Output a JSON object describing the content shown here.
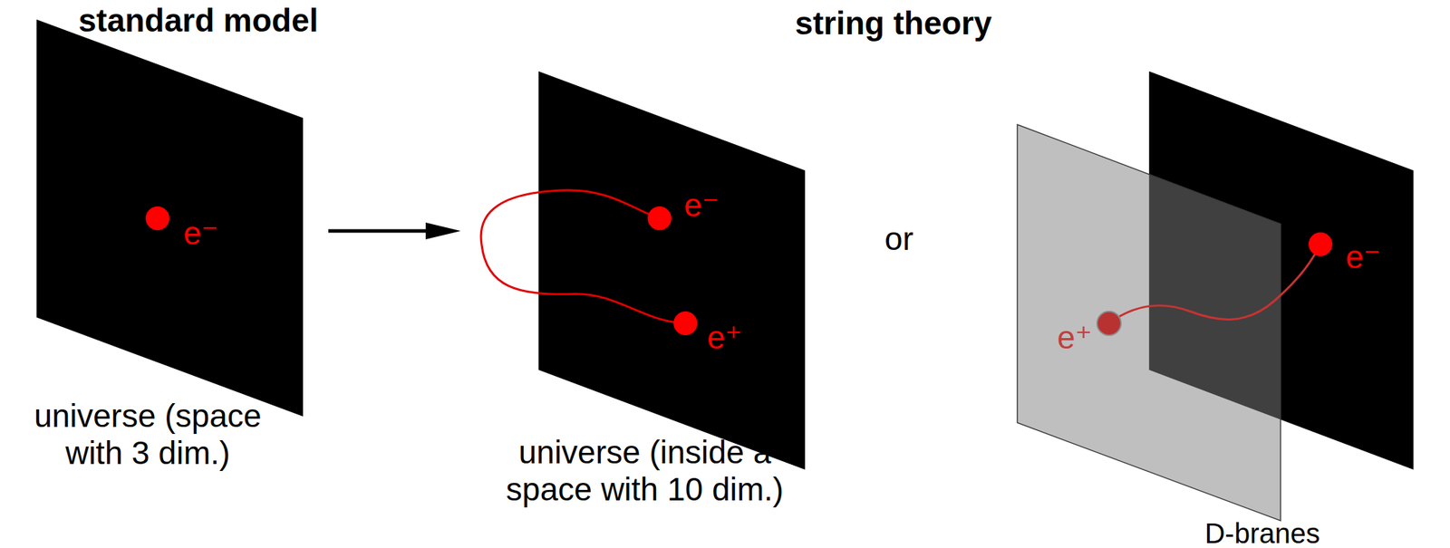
{
  "diagram": {
    "nodes": [
      {
        "text": [
          "universe (space with 3 dim.)"
        ]
      },
      {
        "text": [
          "universe (inside a space with 10 dim.)"
        ]
      },
      {
        "text": [
          "D-branes"
        ]
      }
    ],
    "edges": [
      {
        "from": 0,
        "to": 1,
        "arrow": "to"
      }
    ],
    "labels": [
      "standard model",
      "string theory",
      "e⁻",
      "e⁻",
      "e⁺",
      "or",
      "e⁺",
      "e⁻"
    ]
  }
}
